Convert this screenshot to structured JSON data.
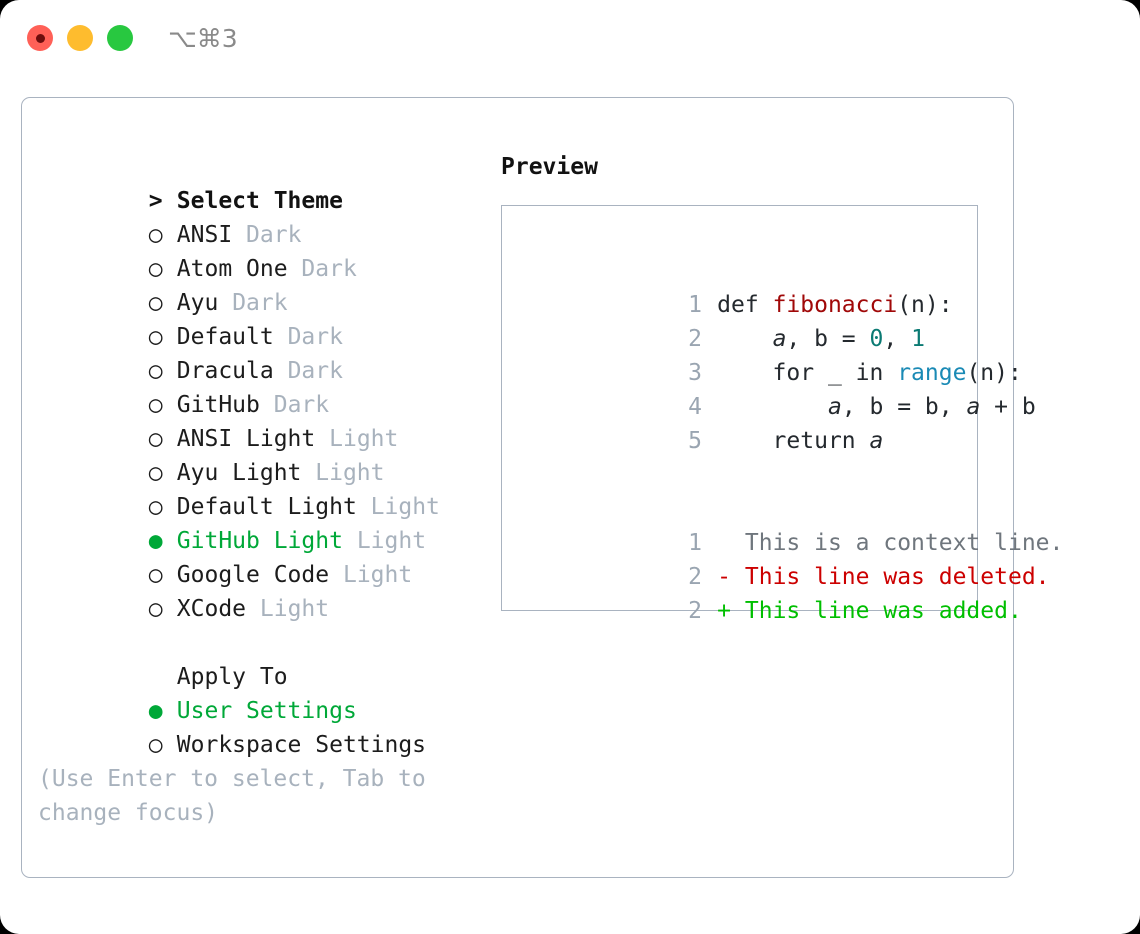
{
  "titlebar": {
    "shortcut": "⌥⌘3",
    "buttons": [
      {
        "name": "close",
        "color": "#ff6057"
      },
      {
        "name": "minimize",
        "color": "#febc2e"
      },
      {
        "name": "zoom",
        "color": "#28c840"
      }
    ]
  },
  "theme_picker": {
    "header": "> Select Theme",
    "header_marker": ">",
    "header_label": "Select Theme",
    "items": [
      {
        "marker": "○",
        "label": "ANSI",
        "badge": "Dark",
        "selected": false
      },
      {
        "marker": "○",
        "label": "Atom One",
        "badge": "Dark",
        "selected": false
      },
      {
        "marker": "○",
        "label": "Ayu",
        "badge": "Dark",
        "selected": false
      },
      {
        "marker": "○",
        "label": "Default",
        "badge": "Dark",
        "selected": false
      },
      {
        "marker": "○",
        "label": "Dracula",
        "badge": "Dark",
        "selected": false
      },
      {
        "marker": "○",
        "label": "GitHub",
        "badge": "Dark",
        "selected": false
      },
      {
        "marker": "○",
        "label": "ANSI Light",
        "badge": "Light",
        "selected": false
      },
      {
        "marker": "○",
        "label": "Ayu Light",
        "badge": "Light",
        "selected": false
      },
      {
        "marker": "○",
        "label": "Default Light",
        "badge": "Light",
        "selected": false
      },
      {
        "marker": "●",
        "label": "GitHub Light",
        "badge": "Light",
        "selected": true
      },
      {
        "marker": "○",
        "label": "Google Code",
        "badge": "Light",
        "selected": false
      },
      {
        "marker": "○",
        "label": "XCode",
        "badge": "Light",
        "selected": false
      }
    ]
  },
  "apply_to": {
    "header": "Apply To",
    "items": [
      {
        "marker": "●",
        "label": "User Settings",
        "selected": true
      },
      {
        "marker": "○",
        "label": "Workspace Settings",
        "selected": false
      }
    ]
  },
  "hint": "(Use Enter to select, Tab to change focus)",
  "preview": {
    "title": "Preview",
    "code_lines": [
      {
        "ln": "1",
        "tokens": [
          {
            "t": "def ",
            "c": "plain"
          },
          {
            "t": "fibonacci",
            "c": "fn"
          },
          {
            "t": "(n):",
            "c": "plain"
          }
        ]
      },
      {
        "ln": "2",
        "tokens": [
          {
            "t": "    ",
            "c": "plain"
          },
          {
            "t": "a",
            "c": "var"
          },
          {
            "t": ", b = ",
            "c": "plain"
          },
          {
            "t": "0",
            "c": "num"
          },
          {
            "t": ", ",
            "c": "plain"
          },
          {
            "t": "1",
            "c": "num"
          }
        ]
      },
      {
        "ln": "3",
        "tokens": [
          {
            "t": "    for _ in ",
            "c": "plain"
          },
          {
            "t": "range",
            "c": "builtin"
          },
          {
            "t": "(n):",
            "c": "plain"
          }
        ]
      },
      {
        "ln": "4",
        "tokens": [
          {
            "t": "        ",
            "c": "plain"
          },
          {
            "t": "a",
            "c": "var"
          },
          {
            "t": ", b = b, ",
            "c": "plain"
          },
          {
            "t": "a",
            "c": "var"
          },
          {
            "t": " + b",
            "c": "plain"
          }
        ]
      },
      {
        "ln": "5",
        "tokens": [
          {
            "t": "    return ",
            "c": "plain"
          },
          {
            "t": "a",
            "c": "var"
          }
        ]
      }
    ],
    "diff_lines": [
      {
        "ln": "1",
        "sign": " ",
        "text": " This is a context line.",
        "kind": "context"
      },
      {
        "ln": "2",
        "sign": "-",
        "text": " This line was deleted.",
        "kind": "deleted"
      },
      {
        "ln": "2",
        "sign": "+",
        "text": " This line was added.",
        "kind": "added"
      }
    ]
  },
  "colors": {
    "accent_green": "#00a838",
    "badge_gray": "#a8b2bd",
    "border": "#a9b3c0",
    "text": "#1c1c1c",
    "line_number": "#9aa5b1",
    "function": "#a00808",
    "number": "#0b7a73",
    "builtin": "#1a8ab5",
    "diff_deleted": "#cc0000",
    "diff_added": "#00bf00",
    "diff_context": "#6f767d"
  }
}
